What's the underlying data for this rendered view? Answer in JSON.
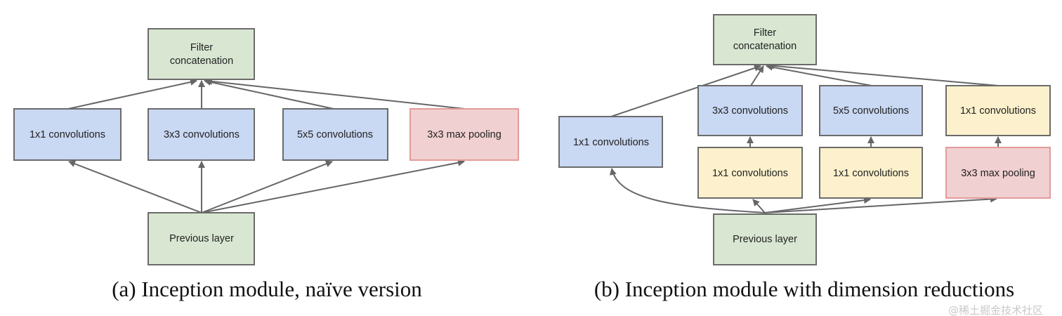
{
  "colors": {
    "green": "#d9e7d2",
    "blue": "#c9d8f3",
    "red": "#f1d0d1",
    "yellow": "#fcf1cc",
    "border": "#6b6b6b",
    "red_border": "#e29b9b",
    "arrow": "#666666"
  },
  "diagram_a": {
    "caption": "(a) Inception module, naïve version",
    "filter_concat": [
      "Filter",
      "concatenation"
    ],
    "conv1": "1x1 convolutions",
    "conv3": "3x3 convolutions",
    "conv5": "5x5 convolutions",
    "pool": "3x3 max pooling",
    "previous": "Previous layer"
  },
  "diagram_b": {
    "caption": "(b) Inception module with dimension reductions",
    "filter_concat": [
      "Filter",
      "concatenation"
    ],
    "conv1_direct": "1x1 convolutions",
    "conv3": "3x3 convolutions",
    "conv5": "5x5 convolutions",
    "conv1_pool_proj": "1x1 convolutions",
    "reduce3": "1x1 convolutions",
    "reduce5": "1x1 convolutions",
    "pool": "3x3 max pooling",
    "previous": "Previous layer"
  },
  "watermark": "@稀土掘金技术社区"
}
